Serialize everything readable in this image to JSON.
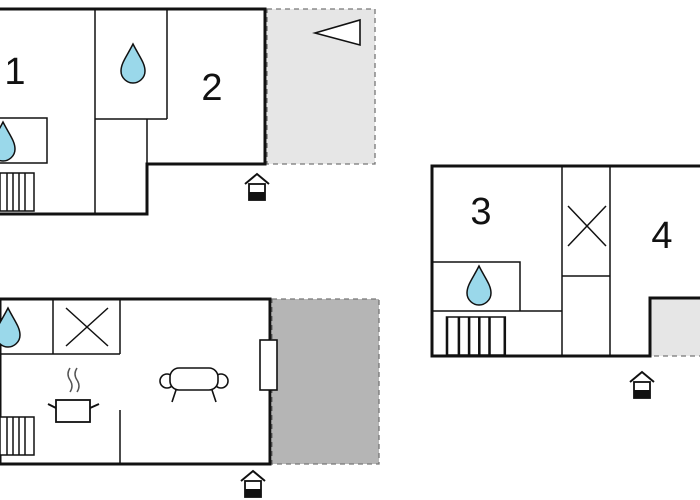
{
  "floor_plan": {
    "rooms": [
      {
        "label": "1"
      },
      {
        "label": "2"
      },
      {
        "label": "3"
      },
      {
        "label": "4"
      }
    ],
    "icons": [
      "water-drop-icon",
      "radiator-icon",
      "entrance-icon",
      "x-marked-box-icon",
      "armchair-icon",
      "cooking-pot-icon",
      "terrace-triangle-icon"
    ],
    "colors": {
      "wall": "#111111",
      "terrace_light": "#e6e6e6",
      "terrace_dark": "#b5b5b5",
      "water": "#9ad8ea"
    }
  }
}
